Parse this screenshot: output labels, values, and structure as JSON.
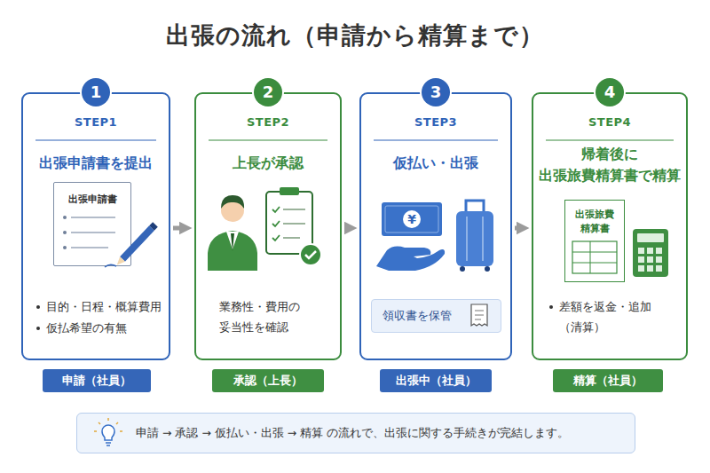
{
  "diagram": {
    "title": "出張の流れ（申請から精算まで）",
    "nodes": [
      {
        "text": [
          "STEP1",
          "出張申請書を提出",
          "目的・日程・概算費用",
          "仮払希望の有無"
        ]
      },
      {
        "text": [
          "1"
        ],
        "in": 0
      },
      {
        "text": [
          "出張申請書"
        ],
        "in": 0
      },
      {
        "text": [
          "申請（社員）"
        ]
      },
      {
        "text": [
          "STEP2",
          "上長が承認",
          "業務性・費用の 妥当性を確認"
        ]
      },
      {
        "text": [
          "2"
        ],
        "in": 4
      },
      {
        "text": [
          "承認（上長）"
        ]
      },
      {
        "text": [
          "STEP3",
          "仮払い・出張"
        ]
      },
      {
        "text": [
          "3"
        ],
        "in": 7
      },
      {
        "text": [
          "領収書を保管"
        ],
        "in": 7
      },
      {
        "text": [
          "出張中（社員）"
        ]
      },
      {
        "text": [
          "STEP4",
          "帰着後に 出張旅費精算書で精算",
          "差額を返金・追加 （清算）"
        ]
      },
      {
        "text": [
          "4"
        ],
        "in": 11
      },
      {
        "text": [
          "出張旅費 精算書"
        ],
        "in": 11
      },
      {
        "text": [
          "精算（社員）"
        ]
      },
      {
        "text": [
          "申請 → 承認 → 仮払い・出張 → 精算 の流れで、出張に関する手続きが完結します。"
        ]
      }
    ],
    "edges": [
      {
        "from": 0,
        "to": 4,
        "arrow": "to"
      },
      {
        "from": 4,
        "to": 7,
        "arrow": "to"
      },
      {
        "from": 7,
        "to": 11,
        "arrow": "to"
      }
    ],
    "labels": [
      "¥"
    ]
  }
}
